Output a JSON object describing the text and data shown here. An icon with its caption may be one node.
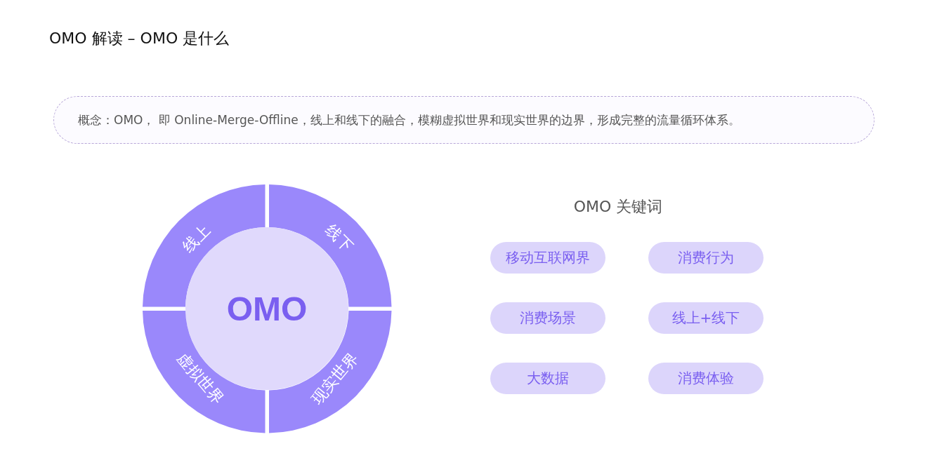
{
  "diagram": {
    "title": "OMO 解读 – OMO 是什么",
    "nodes": [
      {
        "text": [
          "概念：OMO， 即 Online-Merge-Offline，线上和线下的融合，模糊虚拟世界和现实世界的边界，形成完整的流量循环体系。"
        ]
      },
      {
        "text": [
          "线上"
        ]
      },
      {
        "text": [
          "线下"
        ]
      },
      {
        "text": [
          "OMO"
        ]
      },
      {
        "text": [
          "虚拟世界"
        ]
      },
      {
        "text": [
          "现实世界"
        ]
      },
      {
        "text": [
          "移动互联网界"
        ]
      },
      {
        "text": [
          "消费行为"
        ]
      },
      {
        "text": [
          "消费场景"
        ]
      },
      {
        "text": [
          "线上+线下"
        ]
      },
      {
        "text": [
          "大数据"
        ]
      },
      {
        "text": [
          "消费体验"
        ]
      }
    ],
    "labels": [
      "OMO 关键词"
    ]
  }
}
